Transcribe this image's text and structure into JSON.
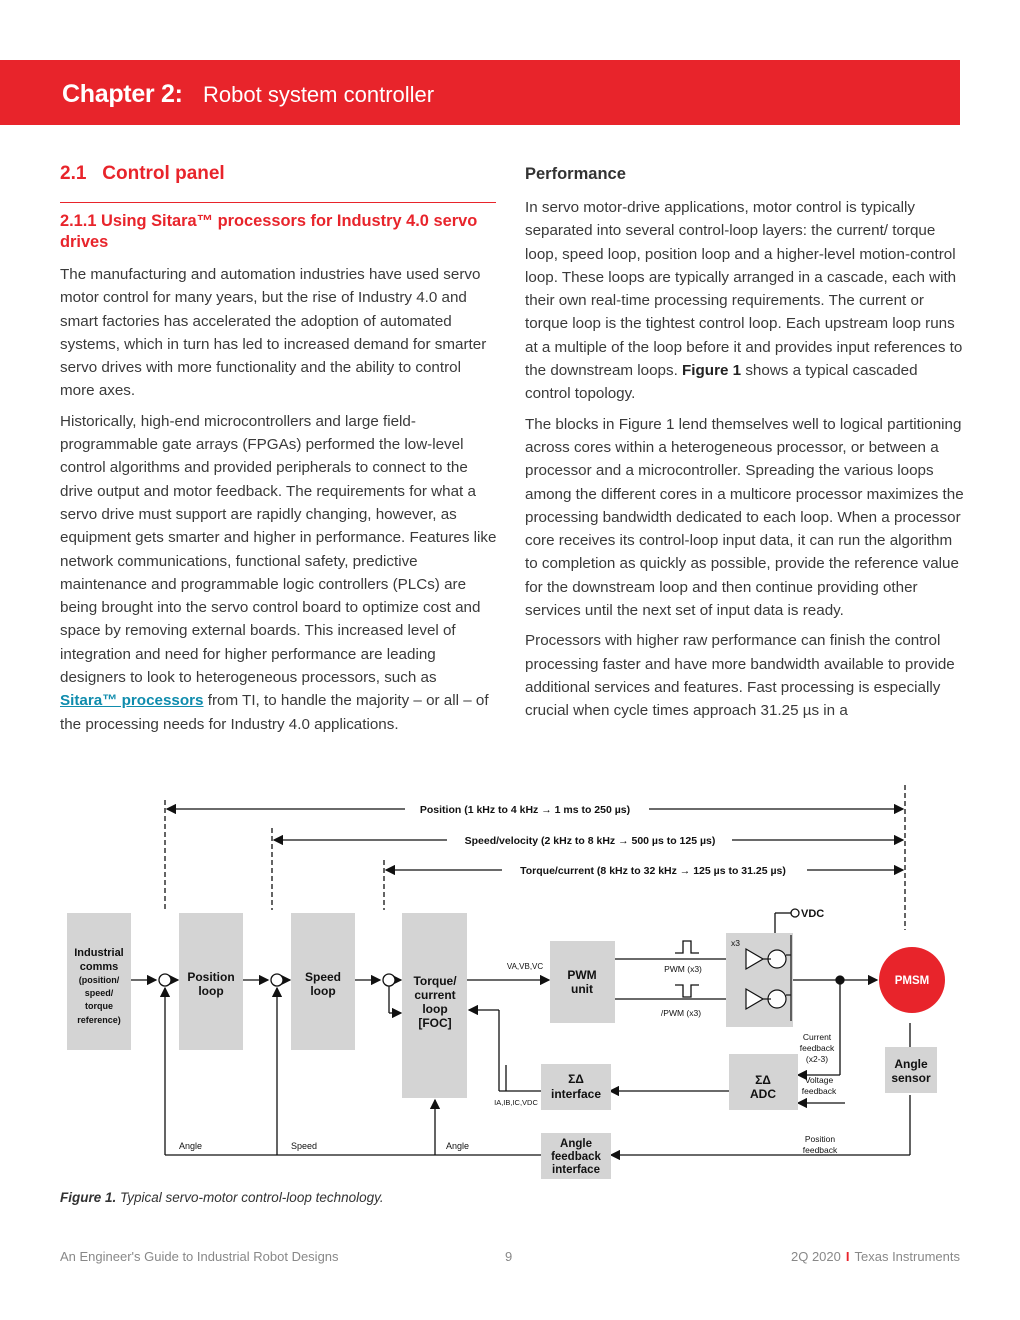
{
  "header": {
    "chapter": "Chapter 2:",
    "title": "Robot system controller"
  },
  "left": {
    "section_number": "2.1",
    "section_title": "Control panel",
    "subsection_title": "2.1.1 Using Sitara™ processors for Industry 4.0 servo drives",
    "p1": "The manufacturing and automation industries have used servo motor control for many years, but the rise of Industry 4.0 and smart factories has accelerated the adoption of automated systems, which in turn has led to increased demand for smarter servo drives with more functionality and the ability to control more axes.",
    "p2_a": "Historically, high-end microcontrollers and large field-programmable gate arrays (FPGAs) performed the low-level control algorithms and provided peripherals to connect to the drive output and motor feedback. The requirements for what a servo drive must support are rapidly changing, however, as equipment gets smarter and higher in performance. Features like network communications, functional safety, predictive maintenance and programmable logic controllers (PLCs) are being brought into the servo control board to optimize cost and space by removing external boards. This increased level of integration and need for higher performance are leading designers to look to heterogeneous processors, such as ",
    "p2_link": "Sitara™ processors",
    "p2_b": " from TI, to handle the majority – or all – of the processing needs for Industry 4.0 applications."
  },
  "right": {
    "heading": "Performance",
    "p1_a": "In servo motor-drive applications, motor control is typically separated into several control-loop layers: the current/ torque loop, speed loop, position loop and a higher-level motion-control loop. These loops are typically arranged in a cascade, each with their own real-time processing requirements. The current or torque loop is the tightest control loop. Each upstream loop runs at a multiple of the loop before it and provides input references to the downstream loops. ",
    "p1_bold": "Figure 1",
    "p1_b": " shows a typical cascaded control topology.",
    "p2": "The blocks in Figure 1 lend themselves well to logical partitioning across cores within a heterogeneous processor, or between a processor and a microcontroller. Spreading the various loops among the different cores in a multicore processor maximizes the processing bandwidth dedicated to each loop. When a processor core receives its control-loop input data, it can run the algorithm to completion as quickly as possible, provide the reference value for the downstream loop and then continue providing other services until the next set of input data is ready.",
    "p3": "Processors with higher raw performance can finish the control processing faster and have more bandwidth available to provide additional services and features. Fast processing is especially crucial when cycle times approach 31.25 µs in a"
  },
  "diagram": {
    "range_position": "Position (1 kHz to 4 kHz → 1 ms to 250 µs)",
    "range_speed": "Speed/velocity (2 kHz to 8 kHz → 500 µs to 125 µs)",
    "range_torque": "Torque/current (8 kHz to 32 kHz → 125 µs to 31.25 µs)",
    "industrial_l1": "Industrial",
    "industrial_l2": "comms",
    "industrial_l3": "(position/",
    "industrial_l4": "speed/",
    "industrial_l5": "torque",
    "industrial_l6": "reference)",
    "position_l1": "Position",
    "position_l2": "loop",
    "speed_l1": "Speed",
    "speed_l2": "loop",
    "torque_l1": "Torque/",
    "torque_l2": "current",
    "torque_l3": "loop",
    "torque_l4": "[FOC]",
    "pwm_l1": "PWM",
    "pwm_l2": "unit",
    "vabc": "VA,VB,VC",
    "pwm_x3": "PWM (x3)",
    "npwm_x3": "/PWM (x3)",
    "x3": "x3",
    "vdc": "VDC",
    "pmsm": "PMSM",
    "current_fb_l1": "Current",
    "current_fb_l2": "feedback",
    "current_fb_l3": "(x2-3)",
    "voltage_fb_l1": "Voltage",
    "voltage_fb_l2": "feedback",
    "sd_interface_l1": "ΣΔ",
    "sd_interface_l2": "interface",
    "sd_adc_l1": "ΣΔ",
    "sd_adc_l2": "ADC",
    "iabc": "IA,IB,IC,VDC",
    "angle_sensor_l1": "Angle",
    "angle_sensor_l2": "sensor",
    "angle_fb_l1": "Angle",
    "angle_fb_l2": "feedback",
    "angle_fb_l3": "interface",
    "position_fb_l1": "Position",
    "position_fb_l2": "feedback",
    "label_angle1": "Angle",
    "label_speed": "Speed",
    "label_angle2": "Angle"
  },
  "caption": {
    "label": "Figure 1.",
    "text": " Typical servo-motor control-loop technology."
  },
  "footer": {
    "left": "An Engineer's Guide to Industrial Robot Designs",
    "page": "9",
    "date": "2Q 2020",
    "sep": "I",
    "company": "Texas Instruments"
  },
  "colors": {
    "accent": "#e8242b",
    "block": "#d4d4d4",
    "link": "#0f8cad"
  }
}
